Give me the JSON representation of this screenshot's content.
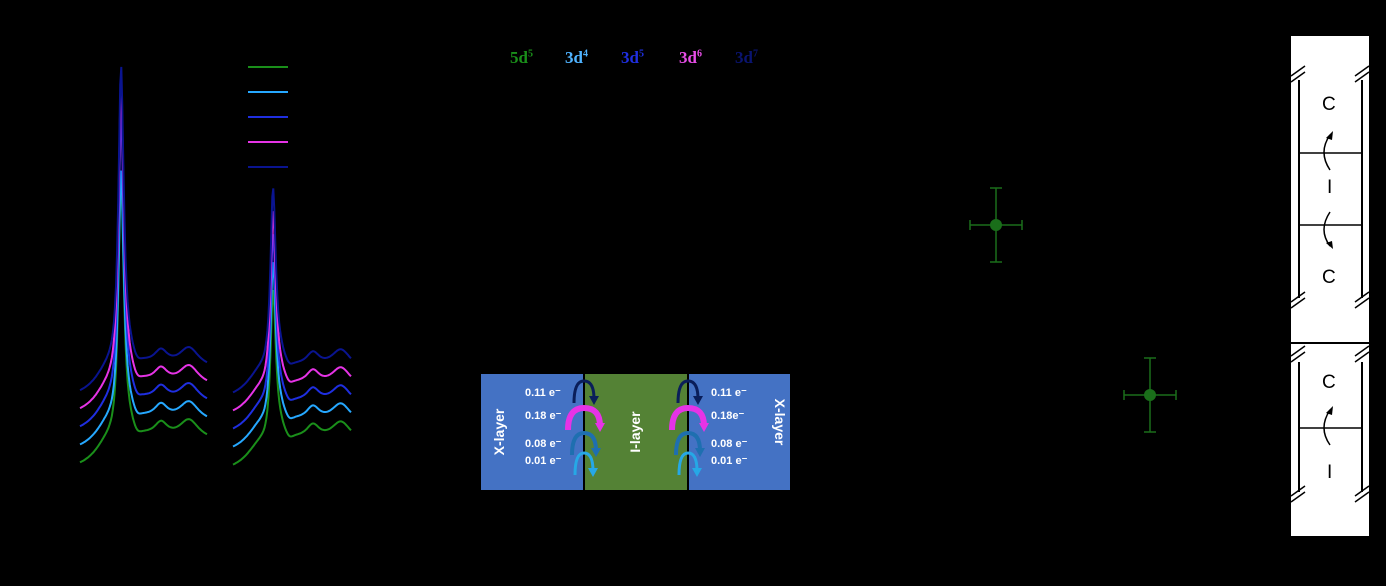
{
  "config_legend": [
    {
      "base": "5d",
      "exp": "5",
      "color": "#1a8f1a"
    },
    {
      "base": "3d",
      "exp": "4",
      "color": "#4fb3ff"
    },
    {
      "base": "3d",
      "exp": "5",
      "color": "#1f2fe0"
    },
    {
      "base": "3d",
      "exp": "6",
      "color": "#e64de6"
    },
    {
      "base": "3d",
      "exp": "7",
      "color": "#0a1470"
    }
  ],
  "spectra_legend_colors": [
    "#1a8f1a",
    "#26a8ff",
    "#1f2fe0",
    "#e633e6",
    "#0a1490"
  ],
  "layer_diagram": {
    "left_label": "X-layer",
    "middle_label": "I-layer",
    "right_label": "X-layer",
    "left_values": [
      "0.11 e⁻",
      "0.18 e⁻",
      "0.08 e⁻",
      "0.01 e⁻"
    ],
    "right_values": [
      "0.11 e⁻",
      "0.18e⁻",
      "0.08 e⁻",
      "0.01 e⁻"
    ],
    "arrow_colors": [
      "#0a1e5a",
      "#e633e6",
      "#1e6fb0",
      "#26a8e6"
    ],
    "x_color": "#4472c4",
    "i_color": "#548235"
  },
  "stack_labels": {
    "top": [
      "C",
      "I",
      "C"
    ],
    "bottom": [
      "C",
      "I"
    ]
  },
  "chart_data": {
    "type": "scatter",
    "series": [
      {
        "values": [
          [
            1,
            2
          ],
          [
            2,
            1
          ]
        ],
        "color": "#1a6e1a"
      }
    ]
  }
}
